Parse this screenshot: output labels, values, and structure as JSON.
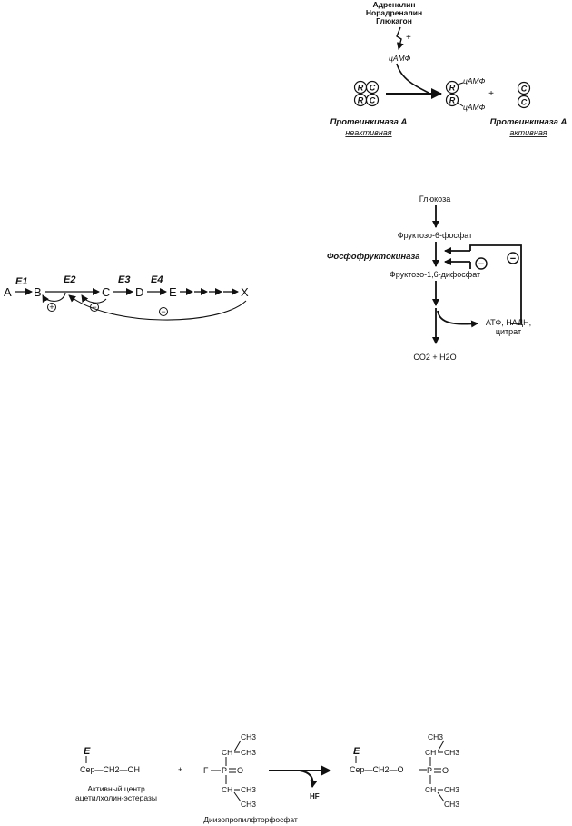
{
  "pka": {
    "hormones": [
      "Адреналин",
      "Норадреналин",
      "Глюкагон"
    ],
    "plus": "+",
    "camp": "цАМФ",
    "r": "R",
    "c": "C",
    "plus2": "+",
    "inactive_name": "Протеинкиназа А",
    "inactive_state": "неактивная",
    "active_name": "Протеинкиназа А",
    "active_state": "активная"
  },
  "pathway": {
    "nodes": [
      "A",
      "B",
      "C",
      "D",
      "E",
      "X"
    ],
    "enzymes": [
      "E1",
      "E2",
      "E3",
      "E4"
    ],
    "plus": "+",
    "minus": "−"
  },
  "glycolysis": {
    "glucose": "Глюкоза",
    "f6p": "Фруктозо-6-фосфат",
    "enzyme": "Фосфофруктокиназа",
    "f16bp": "Фруктозо-1,6-дифосфат",
    "inhibitors": [
      "АТФ, НАДН,",
      "цитрат"
    ],
    "products": "CO2 + H2O",
    "minus": "−"
  },
  "dfp": {
    "E": "E",
    "enzyme_group": "Сер—CH2—OH",
    "active_center": [
      "Активный центр",
      "ацетилхолин-эстеразы"
    ],
    "plus": "+",
    "ch3": "CH3",
    "ch": "CH",
    "F": "F",
    "P": "P",
    "O": "O",
    "hf": "HF",
    "reagent_name": "Диизопропилфторфосфат",
    "product_left": "Сер—CH2—O"
  }
}
